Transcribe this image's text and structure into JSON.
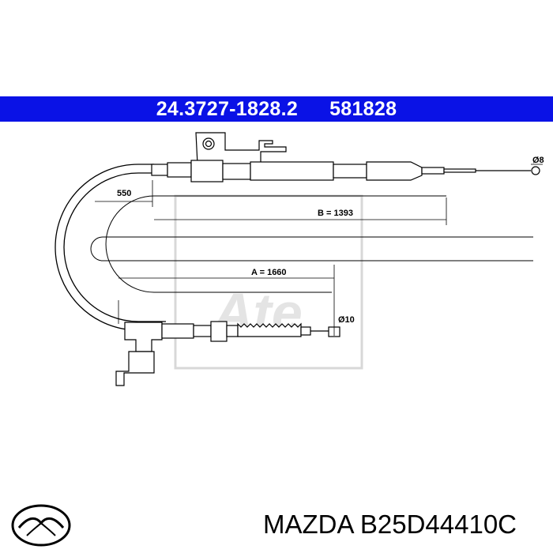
{
  "header": {
    "part_number": "24.3727-1828.2",
    "ref_number": "581828",
    "background": "#0a12e6"
  },
  "dimensions": {
    "left_length": "550",
    "b_length": "B = 1393",
    "a_length": "A = 1660",
    "end_diameter_right": "Ø8",
    "end_diameter_left": "Ø10"
  },
  "watermark": {
    "brand": "Ate"
  },
  "footer": {
    "brand": "MAZDA",
    "code": "B25D44410C",
    "logo_icon": "mazda-logo-icon"
  }
}
